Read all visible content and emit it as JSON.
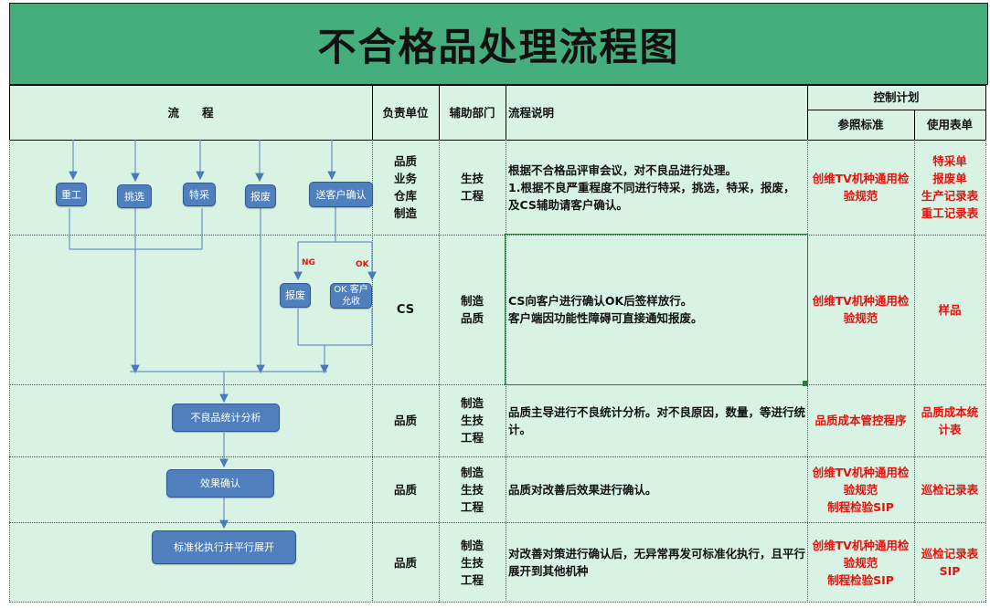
{
  "title": "不合格品处理流程图",
  "headers": {
    "flow": "流　　程",
    "owner": "负责单位",
    "assist": "辅助部门",
    "desc": "流程说明",
    "control": "控制计划",
    "standard": "参照标准",
    "forms": "使用表单"
  },
  "rows": [
    {
      "owner": "品质\n业务\n仓库\n制造",
      "assist": "生技\n工程",
      "desc": "根据不合格品评审会议，对不良品进行处理。\n1.根据不良严重程度不同进行特采，挑选，特采，报废，及CS辅助请客户确认。",
      "standard": "创维TV机种通用检验规范",
      "forms": "特采单\n报废单\n生产记录表\n重工记录表"
    },
    {
      "owner": "CS",
      "assist": "制造\n品质",
      "desc": "CS向客户进行确认OK后签样放行。\n客户端因功能性障碍可直接通知报废。",
      "standard": "创维TV机种通用检验规范",
      "forms": "样品"
    },
    {
      "owner": "品质",
      "assist": "制造\n生技\n工程",
      "desc": "品质主导进行不良统计分析。对不良原因，数量，等进行统计。",
      "standard": "品质成本管控程序",
      "forms": "品质成本统计表"
    },
    {
      "owner": "品质",
      "assist": "制造\n生技\n工程",
      "desc": "品质对改善后效果进行确认。",
      "standard": "创维TV机种通用检验规范\n制程检验SIP",
      "forms": "巡检记录表"
    },
    {
      "owner": "品质",
      "assist": "制造\n生技\n工程",
      "desc": "对改善对策进行确认后，无异常再发可标准化执行，且平行展开到其他机种",
      "standard": "创维TV机种通用检验规范\n制程检验SIP",
      "forms": "巡检记录表\nSIP"
    }
  ],
  "flowchart": {
    "rework": "重工",
    "sort": "挑选",
    "concession": "特采",
    "scrap": "报废",
    "customer_confirm": "送客户确认",
    "scrap2": "报废",
    "ok_allowed": "OK 客户\n允收",
    "ng": "NG",
    "ok": "OK",
    "defect_analysis": "不良品统计分析",
    "effect_confirm": "效果确认",
    "standardize": "标准化执行并平行展开"
  },
  "colors": {
    "title_bg": "#44ae7d",
    "cell_bg": "#d8f2e4",
    "red_text": "#e8120c",
    "node_fill": "#4f7fbd"
  }
}
